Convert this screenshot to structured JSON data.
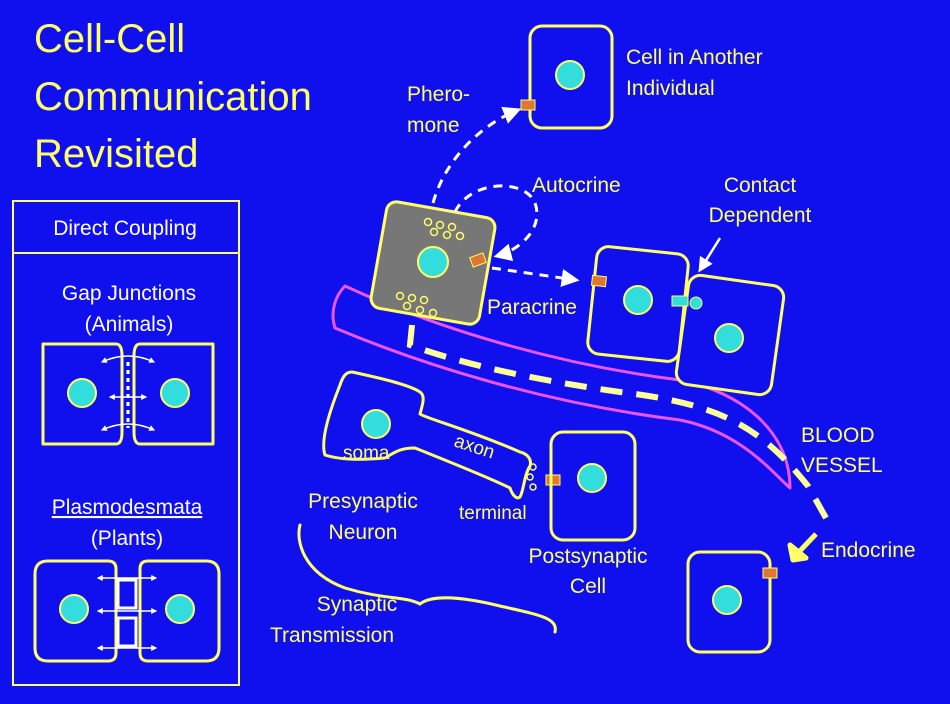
{
  "title": [
    "Cell-Cell",
    "Communication",
    "Revisited"
  ],
  "panel": {
    "header": "Direct Coupling",
    "gap": [
      "Gap Junctions",
      "(Animals)"
    ],
    "plasmo": [
      "Plasmodesmata",
      "(Plants)"
    ]
  },
  "labels": {
    "pheromone": [
      "Phero-",
      "mone"
    ],
    "other_cell": [
      "Cell in Another",
      "Individual"
    ],
    "autocrine": "Autocrine",
    "contact": [
      "Contact",
      "Dependent"
    ],
    "paracrine": "Paracrine",
    "blood": [
      "BLOOD",
      "VESSEL"
    ],
    "axon": "axon",
    "soma": "soma",
    "terminal": "terminal",
    "presynaptic": [
      "Presynaptic",
      "Neuron"
    ],
    "postsynaptic": [
      "Postsynaptic",
      "Cell"
    ],
    "synaptic": [
      "Synaptic",
      "Transmission"
    ],
    "endocrine": "Endocrine"
  },
  "colors": {
    "background": "#1010ee",
    "text": "#ffff66",
    "outline": "#ffff66",
    "nucleus": "#33dddd",
    "receptor": "#dd7733",
    "vessel": "#ee55ee",
    "secreting_cell": "#777777"
  }
}
